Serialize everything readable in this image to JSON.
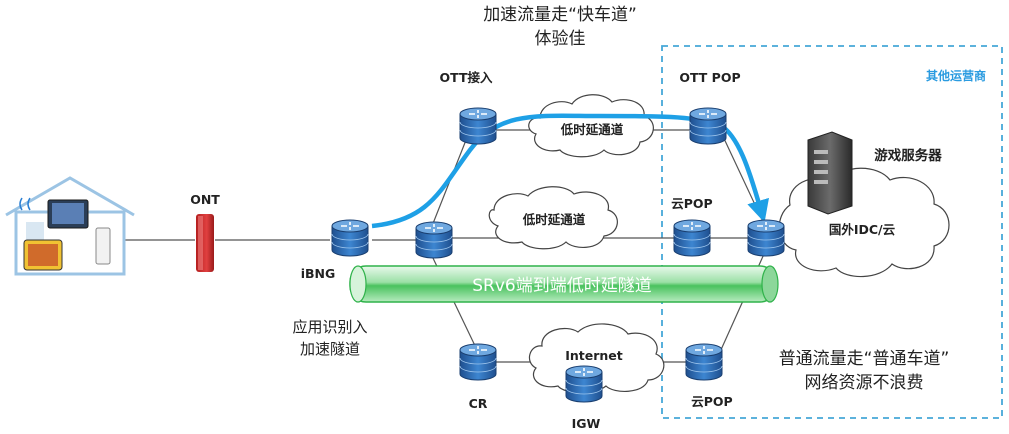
{
  "slogan_fast": {
    "line1": "加速流量走“快车道”",
    "line2": "体验佳"
  },
  "slogan_normal": {
    "line1": "普通流量走“普通车道”",
    "line2": "网络资源不浪费"
  },
  "labels": {
    "ott_access": "OTT接入",
    "ott_pop": "OTT POP",
    "other_operator": "其他运营商",
    "game_server": "游戏服务器",
    "ont": "ONT",
    "ibng": "iBNG",
    "cloud_pop_top": "云POP",
    "cloud_pop_bottom": "云POP",
    "overseas_idc": "国外IDC/云",
    "low_latency_top": "低时延通道",
    "low_latency_mid": "低时延通道",
    "srv6_tunnel": "SRv6端到端低时延隧道",
    "app_identify_line1": "应用识别入",
    "app_identify_line2": "加速隧道",
    "internet": "Internet",
    "cr": "CR",
    "igw": "IGW"
  },
  "colors": {
    "accent_blue": "#1ea0e6",
    "tunnel_green": "#2fb24a",
    "ont_red": "#d42a2a",
    "router_blue": "#2f6db5",
    "dashed_border": "#46a8d8",
    "operator_text": "#2a9be0"
  }
}
